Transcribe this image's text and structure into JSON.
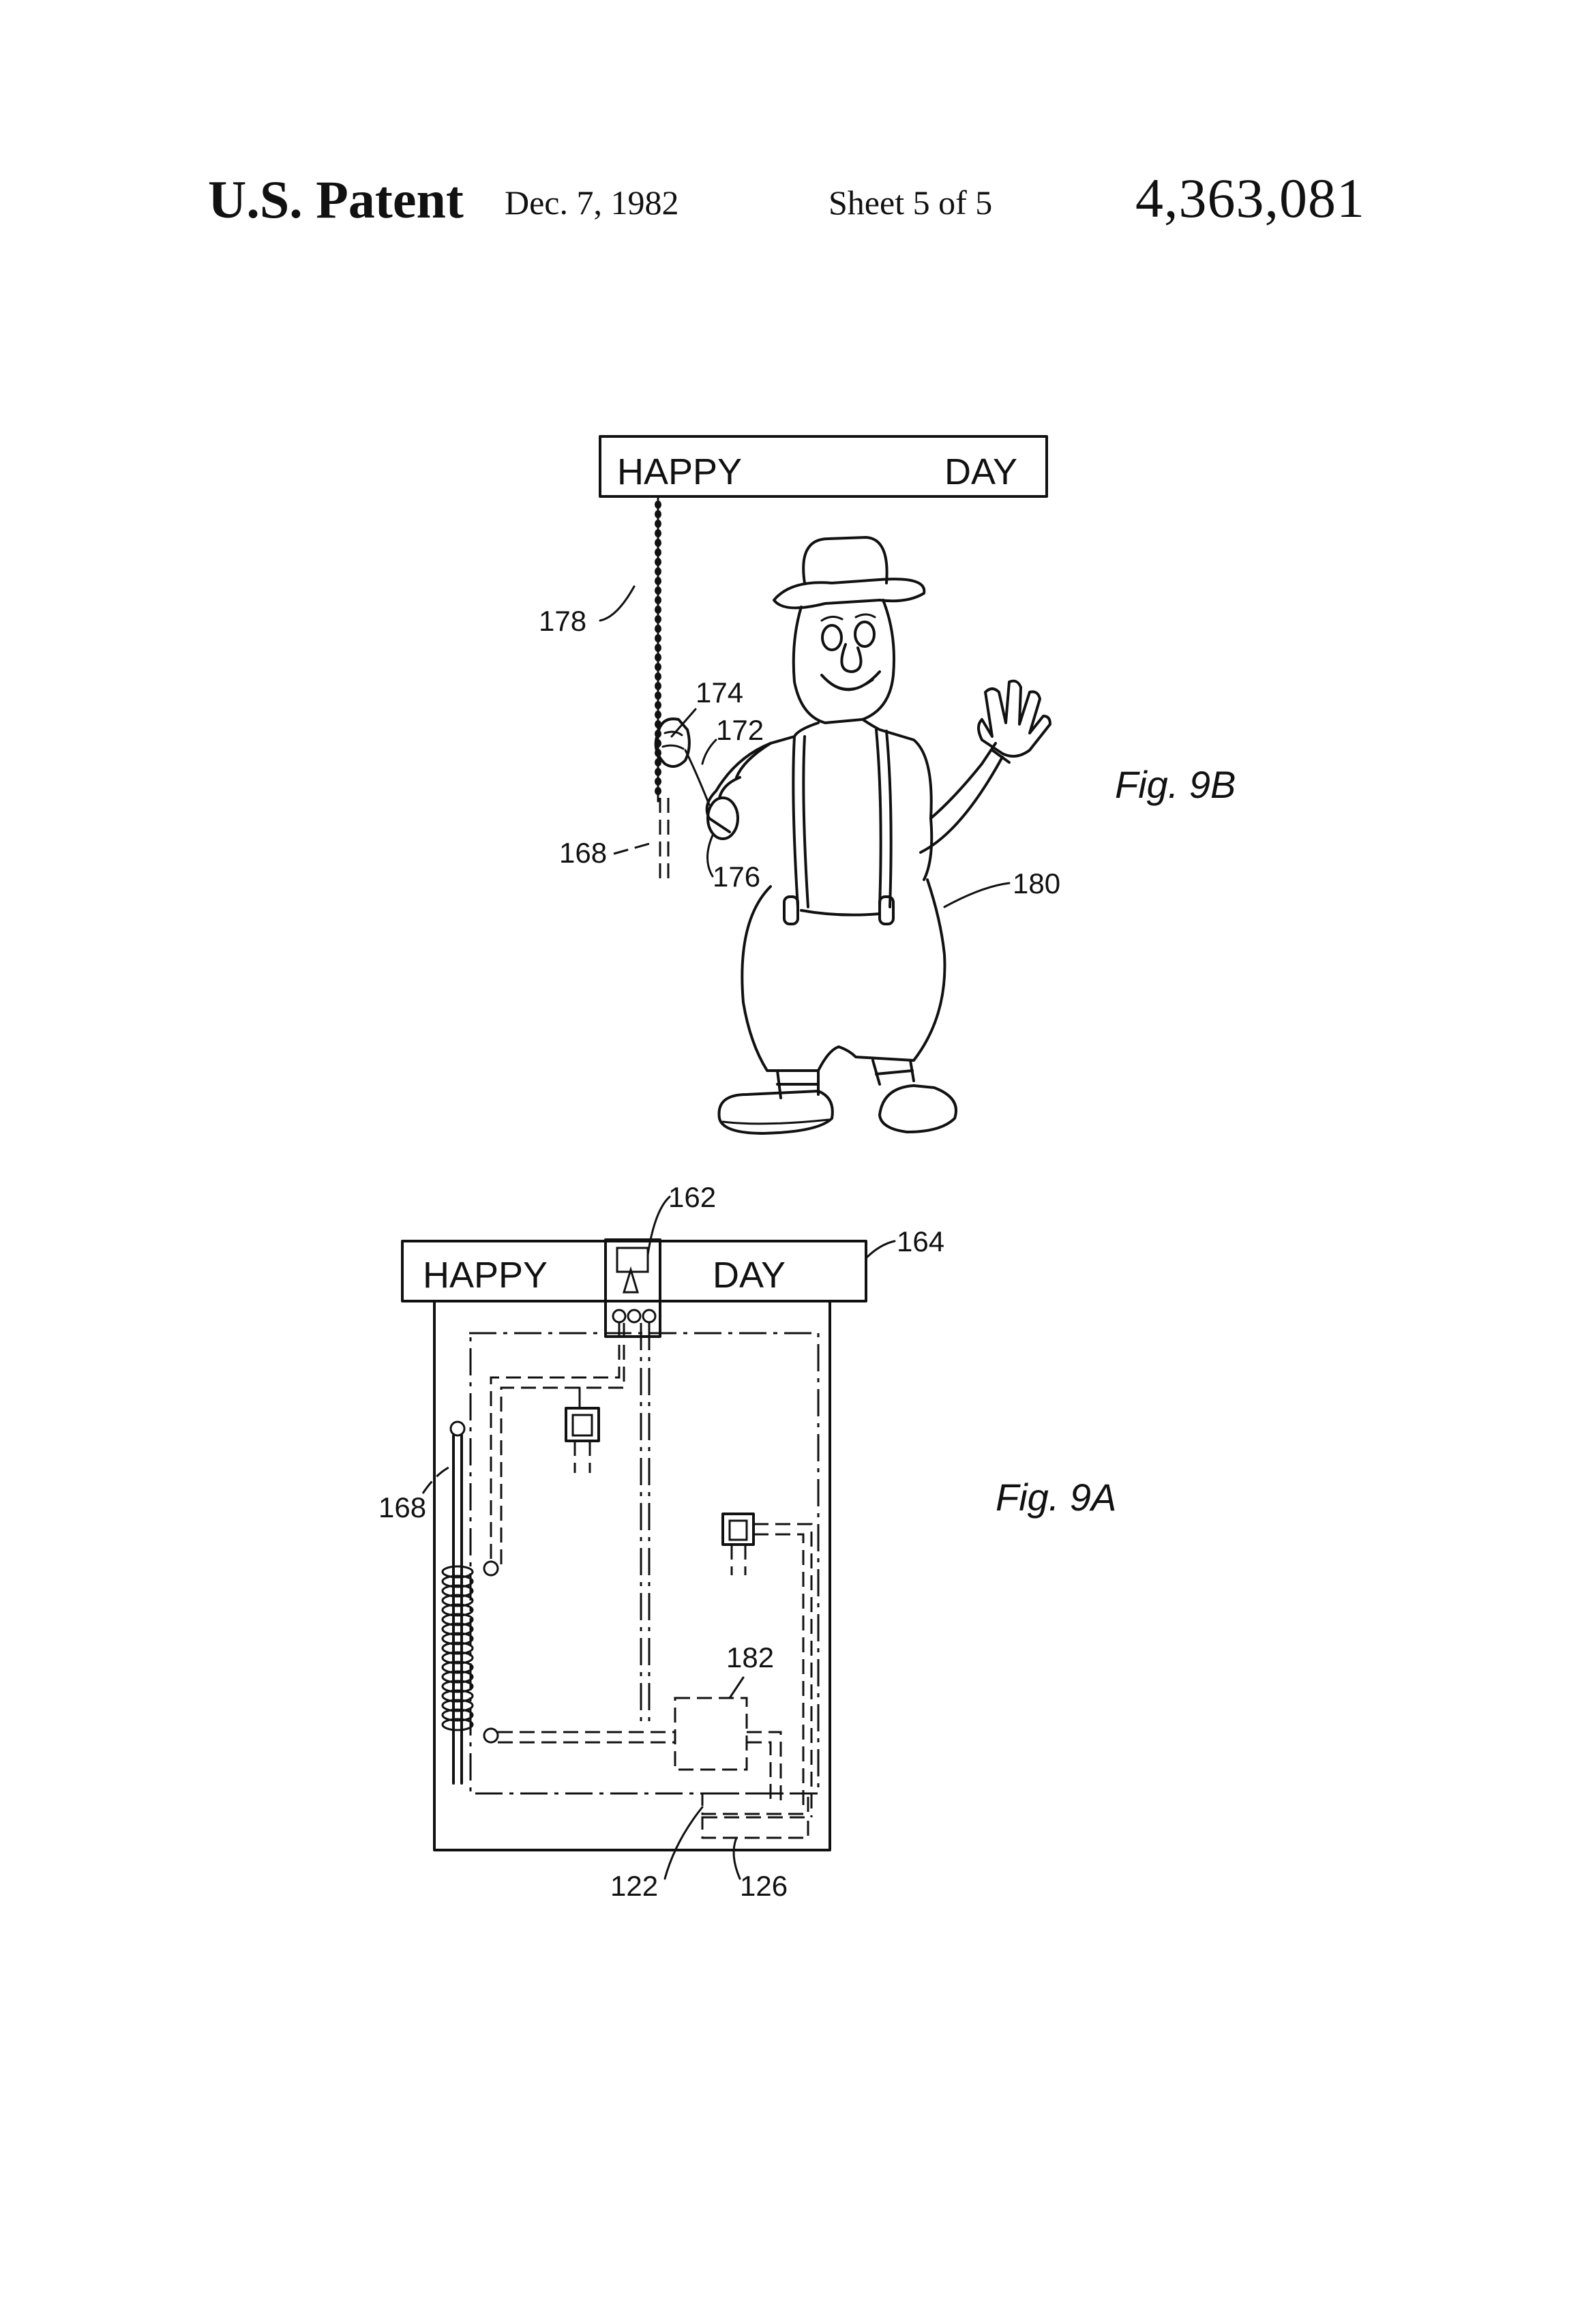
{
  "header": {
    "title": "U.S. Patent",
    "date": "Dec. 7, 1982",
    "sheet": "Sheet 5 of 5",
    "patent_number": "4,363,081"
  },
  "fig9b": {
    "label": "Fig. 9B",
    "sign_left": "HAPPY",
    "sign_right": "DAY",
    "refs": {
      "r178": "178",
      "r174": "174",
      "r172": "172",
      "r168": "168",
      "r176": "176",
      "r180": "180"
    }
  },
  "fig9a": {
    "label": "Fig. 9A",
    "sign_left": "HAPPY",
    "sign_right": "DAY",
    "refs": {
      "r162": "162",
      "r164": "164",
      "r168": "168",
      "r182": "182",
      "r122": "122",
      "r126": "126"
    }
  }
}
